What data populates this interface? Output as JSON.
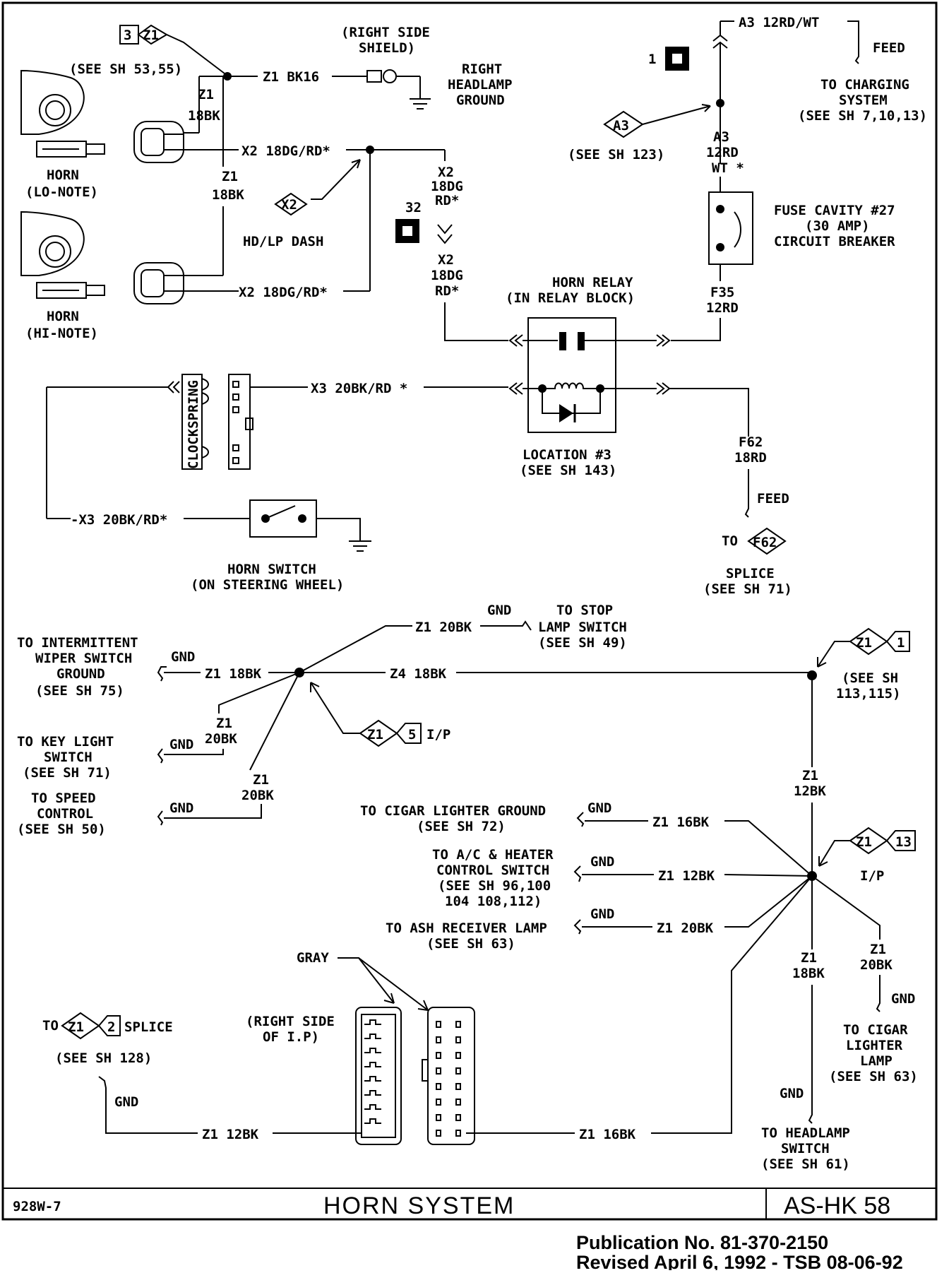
{
  "diagram": {
    "top_left": {
      "z1_ref": "3",
      "z1_name": "Z1",
      "z1_see": "(SEE SH 53,55)",
      "shield_1": "(RIGHT SIDE",
      "shield_2": "SHIELD)",
      "gnd_1": "RIGHT",
      "gnd_2": "HEADLAMP",
      "gnd_3": "GROUND",
      "wire_z1_bk16": "Z1 BK16",
      "wire_z1_1": "Z1",
      "wire_z1_2": "18BK",
      "wire_z1_3": "Z1",
      "wire_z1_4": "18BK",
      "x2_top": "X2 18DG/RD*",
      "x2_bot": "X2 18DG/RD*",
      "x2_splice": "X2",
      "hdlp": "HD/LP DASH",
      "horn_lo_1": "HORN",
      "horn_lo_2": "(LO-NOTE)",
      "horn_hi_1": "HORN",
      "horn_hi_2": "(HI-NOTE)",
      "x2_right_1": "X2",
      "x2_right_2": "18DG",
      "x2_right_3": "RD*",
      "x2_right_4": "X2",
      "x2_right_5": "18DG",
      "x2_right_6": "RD*",
      "conn_32": "32"
    },
    "top_right": {
      "a3_top": "A3 12RD/WT",
      "feed_top": "FEED",
      "charging_1": "TO CHARGING",
      "charging_2": "SYSTEM",
      "charging_3": "(SEE SH 7,10,13)",
      "conn_1": "1",
      "a3_ref": "A3",
      "a3_see": "(SEE SH 123)",
      "a3_w1": "A3",
      "a3_w2": "12RD",
      "a3_w3": "WT *",
      "fuse_1": "FUSE CAVITY #27",
      "fuse_2": "(30 AMP)",
      "fuse_3": "CIRCUIT BREAKER",
      "f35_1": "F35",
      "f35_2": "12RD",
      "relay_1": "HORN RELAY",
      "relay_2": "(IN RELAY BLOCK)",
      "loc_1": "LOCATION #3",
      "loc_2": "(SEE SH 143)",
      "f62_1": "F62",
      "f62_2": "18RD",
      "feed_f62": "FEED",
      "to_f62": "TO",
      "f62_ref": "F62",
      "splice_1": "SPLICE",
      "splice_2": "(SEE SH 71)"
    },
    "middle": {
      "clockspring": "CLOCKSPRING",
      "x3_top": "X3 20BK/RD *",
      "x3_bot": "-X3 20BK/RD*",
      "switch_1": "HORN SWITCH",
      "switch_2": "(ON STEERING WHEEL)"
    },
    "ground_left": {
      "gnd_stop": "GND",
      "z1_20bk_stop": "Z1 20BK",
      "stop_1": "TO STOP",
      "stop_2": "LAMP SWITCH",
      "stop_3": "(SEE SH 49)",
      "wiper_1": "TO INTERMITTENT",
      "wiper_2": "WIPER SWITCH",
      "wiper_3": "GROUND",
      "wiper_4": "(SEE SH 75)",
      "gnd_wiper": "GND",
      "z1_18bk": "Z1 18BK",
      "z4_18bk": "Z4 18BK",
      "key_1": "TO KEY LIGHT",
      "key_2": "SWITCH",
      "key_3": "(SEE SH 71)",
      "gnd_key": "GND",
      "key_w1": "Z1",
      "key_w2": "20BK",
      "speed_1": "TO SPEED",
      "speed_2": "CONTROL",
      "speed_3": "(SEE SH 50)",
      "gnd_speed": "GND",
      "speed_w1": "Z1",
      "speed_w2": "20BK",
      "ip5_name": "Z1",
      "ip5_ref": "5",
      "ip5_lbl": "I/P"
    },
    "ground_right": {
      "z1_1_name": "Z1",
      "z1_1_ref": "1",
      "see_113_1": "(SEE SH",
      "see_113_2": "113,115)",
      "z1_12bk_v1": "Z1",
      "z1_12bk_v2": "12BK",
      "cigar_gnd_1": "TO CIGAR LIGHTER GROUND",
      "cigar_gnd_2": "(SEE SH 72)",
      "gnd_cigar": "GND",
      "z1_16bk": "Z1 16BK",
      "ac_1": "TO A/C & HEATER",
      "ac_2": "CONTROL SWITCH",
      "ac_3": "(SEE SH 96,100",
      "ac_4": "104 108,112)",
      "gnd_ac": "GND",
      "z1_12bk": "Z1 12BK",
      "ash_1": "TO ASH RECEIVER LAMP",
      "ash_2": "(SEE SH 63)",
      "gnd_ash": "GND",
      "z1_20bk_ash": "Z1 20BK",
      "z1_13_name": "Z1",
      "z1_13_ref": "13",
      "ip13": "I/P",
      "z1_18bk_v1": "Z1",
      "z1_18bk_v2": "18BK",
      "z1_20bk_v1": "Z1",
      "z1_20bk_v2": "20BK",
      "gnd_cl": "GND",
      "cl_1": "TO CIGAR",
      "cl_2": "LIGHTER",
      "cl_3": "LAMP",
      "cl_4": "(SEE SH 63)",
      "gnd_hl": "GND",
      "hl_1": "TO HEADLAMP",
      "hl_2": "SWITCH",
      "hl_3": "(SEE SH 61)"
    },
    "bottom": {
      "gray": "GRAY",
      "rsi_1": "(RIGHT SIDE",
      "rsi_2": "OF I.P)",
      "to_splice": "TO",
      "z1_2_name": "Z1",
      "z1_2_ref": "2",
      "splice": "SPLICE",
      "see_128": "(SEE SH 128)",
      "gnd_b": "GND",
      "z1_12bk_b": "Z1 12BK",
      "z1_16bk_b": "Z1 16BK"
    },
    "footer": {
      "code_left": "928W-7",
      "title": "HORN SYSTEM",
      "code_right": "AS-HK 58",
      "pub_1": "Publication No. 81-370-2150",
      "pub_2": "Revised April 6, 1992 - TSB 08-06-92"
    }
  }
}
